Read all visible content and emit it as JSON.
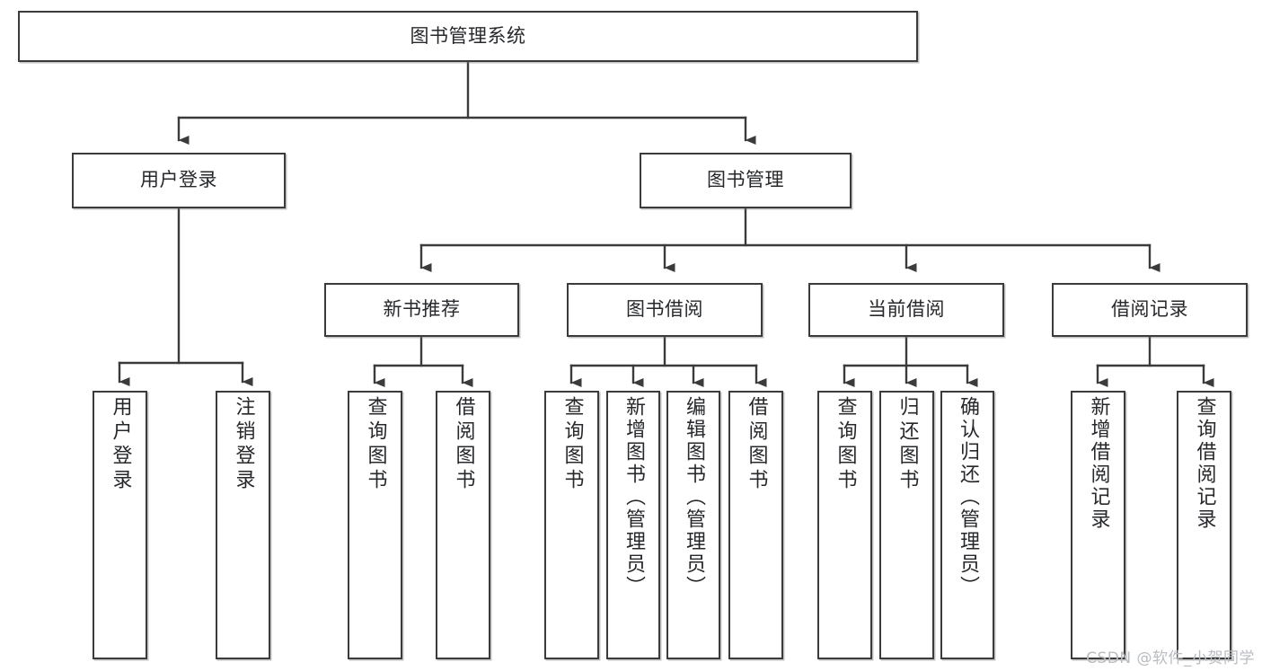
{
  "diagram": {
    "title": "图书管理系统",
    "type": "tree-hierarchy",
    "root": {
      "id": "root",
      "label": "图书管理系统"
    },
    "level1": [
      {
        "id": "user-login",
        "label": "用户登录"
      },
      {
        "id": "book-manage",
        "label": "图书管理"
      }
    ],
    "level2": [
      {
        "id": "new-book-recommend",
        "label": "新书推荐",
        "parent": "book-manage"
      },
      {
        "id": "book-borrow",
        "label": "图书借阅",
        "parent": "book-manage"
      },
      {
        "id": "current-borrow",
        "label": "当前借阅",
        "parent": "book-manage"
      },
      {
        "id": "borrow-record",
        "label": "借阅记录",
        "parent": "book-manage"
      }
    ],
    "leaves": [
      {
        "id": "leaf-user-login",
        "label": "用户登录",
        "parent": "user-login"
      },
      {
        "id": "leaf-logout-login",
        "label": "注销登录",
        "parent": "user-login"
      },
      {
        "id": "leaf-query-book-1",
        "label": "查询图书",
        "parent": "new-book-recommend"
      },
      {
        "id": "leaf-borrow-book-1",
        "label": "借阅图书",
        "parent": "new-book-recommend"
      },
      {
        "id": "leaf-query-book-2",
        "label": "查询图书",
        "parent": "book-borrow"
      },
      {
        "id": "leaf-add-book",
        "label": "新增图书（管理员）",
        "parent": "book-borrow"
      },
      {
        "id": "leaf-edit-book",
        "label": "编辑图书（管理员）",
        "parent": "book-borrow"
      },
      {
        "id": "leaf-borrow-book-2",
        "label": "借阅图书",
        "parent": "book-borrow"
      },
      {
        "id": "leaf-query-book-3",
        "label": "查询图书",
        "parent": "current-borrow"
      },
      {
        "id": "leaf-return-book",
        "label": "归还图书",
        "parent": "current-borrow"
      },
      {
        "id": "leaf-confirm-return",
        "label": "确认归还（管理员）",
        "parent": "current-borrow"
      },
      {
        "id": "leaf-add-record",
        "label": "新增借阅记录",
        "parent": "borrow-record"
      },
      {
        "id": "leaf-query-record",
        "label": "查询借阅记录",
        "parent": "borrow-record"
      }
    ]
  },
  "watermark": {
    "text": "CSDN @软件_小贺同学"
  },
  "colors": {
    "border": "#3b3b3b",
    "text": "#26282b",
    "background": "#ffffff",
    "watermark": "#b9bcc0"
  }
}
